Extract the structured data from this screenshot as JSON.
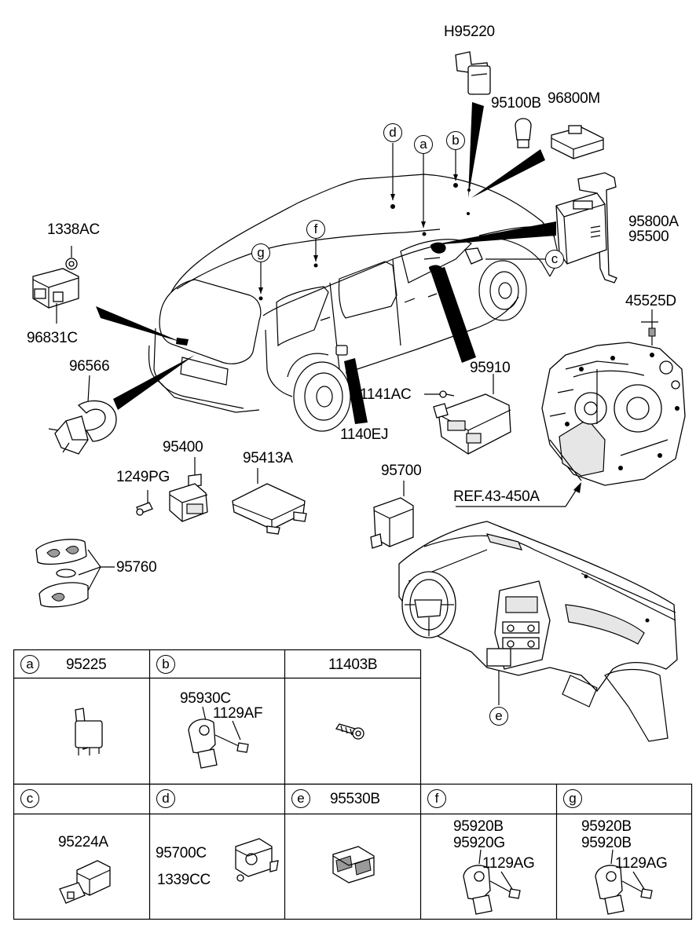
{
  "diagram": {
    "parts": {
      "h95220": "H95220",
      "p95100b": "95100B",
      "p96800m": "96800M",
      "p95800a": "95800A",
      "p95500": "95500",
      "p1338ac": "1338AC",
      "p96831c": "96831C",
      "p45525d": "45525D",
      "p96566": "96566",
      "p95910": "95910",
      "p1141ac": "1141AC",
      "p1140ej": "1140EJ",
      "p95400": "95400",
      "p95413a": "95413A",
      "p1249pg": "1249PG",
      "p95700": "95700",
      "ref": "REF.43-450A",
      "p95760": "95760"
    },
    "callouts": {
      "a": "a",
      "b": "b",
      "c": "c",
      "d": "d",
      "e": "e",
      "f": "f",
      "g": "g"
    },
    "table": {
      "row1": [
        {
          "letter": "a",
          "part": "95225",
          "labels": []
        },
        {
          "letter": "b",
          "part": "",
          "labels": [
            "95930C",
            "1129AF"
          ]
        },
        {
          "letter": "",
          "part": "11403B",
          "labels": []
        }
      ],
      "row2": [
        {
          "letter": "c",
          "part": "",
          "labels": [
            "95224A"
          ]
        },
        {
          "letter": "d",
          "part": "",
          "labels": [
            "95700C",
            "1339CC"
          ]
        },
        {
          "letter": "e",
          "part": "95530B",
          "labels": []
        },
        {
          "letter": "f",
          "part": "",
          "labels": [
            "95920B",
            "95920G",
            "1129AG"
          ]
        },
        {
          "letter": "g",
          "part": "",
          "labels": [
            "95920B",
            "95920B",
            "1129AG"
          ]
        }
      ]
    }
  }
}
